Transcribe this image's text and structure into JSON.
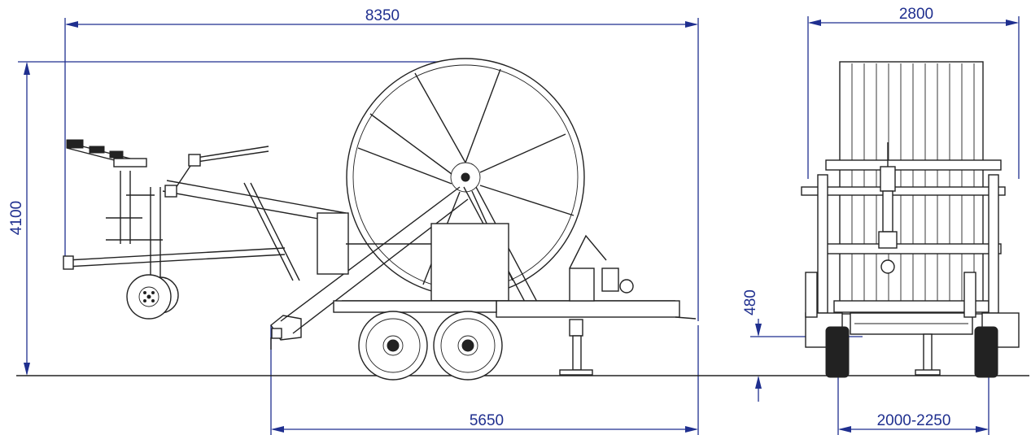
{
  "dimensions": {
    "overall_length": "8350",
    "overall_height": "4100",
    "axle_to_rear": "5650",
    "overall_width": "2800",
    "ground_clearance": "480",
    "track_width": "2000-2250"
  }
}
